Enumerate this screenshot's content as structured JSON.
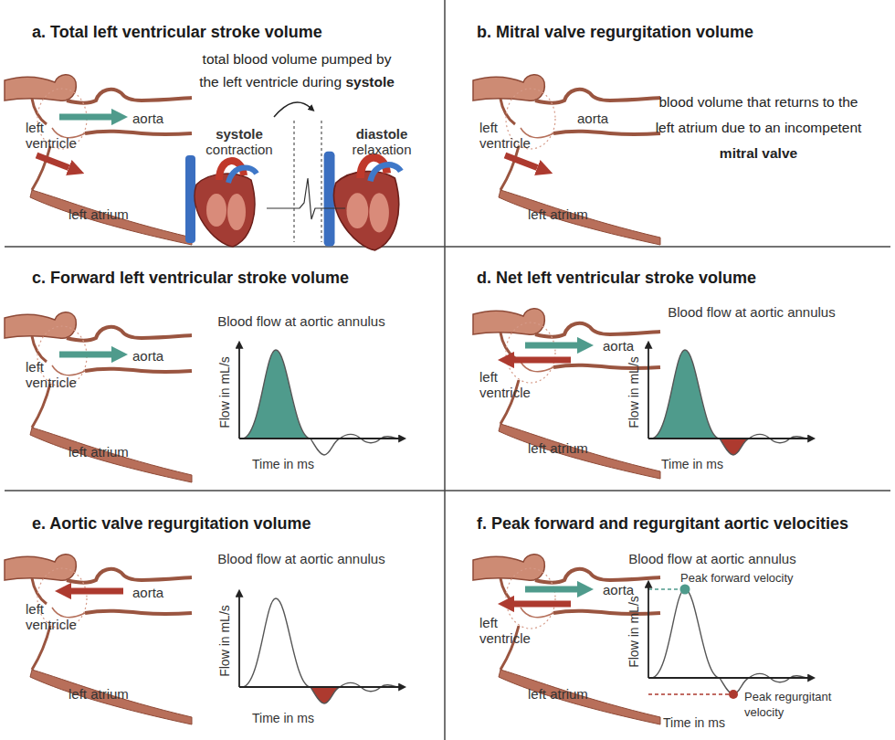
{
  "diagram": {
    "nodes": [
      {
        "text": [
          "a. Total left ventricular stroke volume",
          "total blood volume pumped by the left ventricle during systole"
        ]
      },
      {
        "text": [
          "b. Mitral valve regurgitation volume",
          "blood volume that returns to the left atrium due to an incompetent mitral valve"
        ]
      },
      {
        "text": [
          "c. Forward left ventricular stroke volume"
        ]
      },
      {
        "text": [
          "d. Net left ventricular stroke volume"
        ]
      },
      {
        "text": [
          "e. Aortic valve regurgitation volume"
        ]
      },
      {
        "text": [
          "f. Peak forward and regurgitant aortic velocities"
        ]
      }
    ],
    "labels": [
      "left ventricle",
      "aorta",
      "left atrium",
      "systole contraction",
      "diastole relaxation",
      "left ventricle",
      "aorta",
      "left atrium",
      "left ventricle",
      "aorta",
      "left atrium",
      "Blood flow at aortic annulus",
      "Flow in mL/s",
      "Time in ms",
      "left ventricle",
      "aorta",
      "left atrium",
      "Blood flow at aortic annulus",
      "Flow in mL/s",
      "Time in ms",
      "left ventricle",
      "aorta",
      "left atrium",
      "Blood flow at aortic annulus",
      "Flow in mL/s",
      "Time in ms",
      "left ventricle",
      "aorta",
      "left atrium",
      "Blood flow at aortic annulus",
      "Peak forward velocity",
      "Peak regurgitant velocity",
      "Flow in mL/s",
      "Time in ms"
    ]
  }
}
